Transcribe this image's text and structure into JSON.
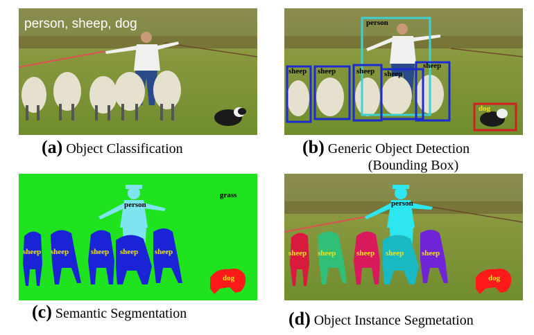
{
  "panels": {
    "a": {
      "overlay_text": "person, sheep, dog",
      "caption_letter": "(a)",
      "caption_text": "Object Classification"
    },
    "b": {
      "caption_letter": "(b)",
      "caption_text": "Generic Object Detection",
      "caption_text_2": "(Bounding Box)",
      "labels": {
        "person": "person",
        "sheep": "sheep",
        "dog": "dog"
      },
      "box_colors": {
        "person": "#3fd0d0",
        "sheep": "#1a2bd0",
        "dog": "#e02020"
      }
    },
    "c": {
      "caption_letter": "(c)",
      "caption_text": "Semantic Segmentation",
      "labels": {
        "grass": "grass",
        "person": "person",
        "sheep": "sheep",
        "dog": "dog"
      },
      "colors": {
        "grass": "#1ee31e",
        "person": "#7fe3f0",
        "sheep": "#1a24d6",
        "dog": "#ff1a1a"
      }
    },
    "d": {
      "caption_letter": "(d)",
      "caption_text": "Object Instance Segmetation",
      "labels": {
        "person": "person",
        "sheep": "sheep",
        "dog": "dog"
      },
      "colors": {
        "person": "#2de6ef",
        "sheep_1": "#d81b3c",
        "sheep_2": "#2fbf76",
        "sheep_3": "#d8195c",
        "sheep_4": "#1ab8c0",
        "sheep_5": "#6f25d6",
        "dog": "#ff1a1a"
      }
    }
  }
}
